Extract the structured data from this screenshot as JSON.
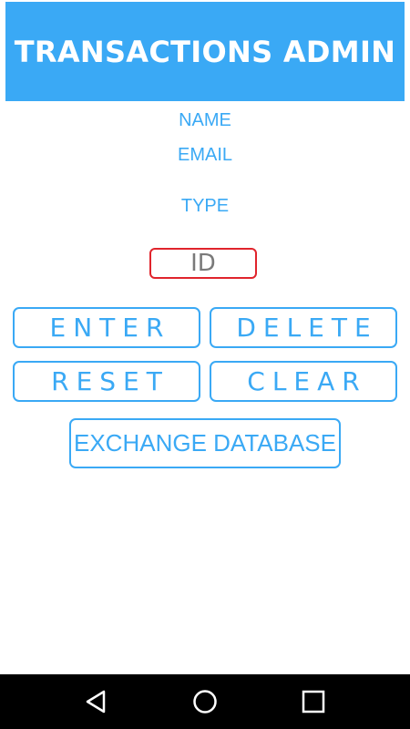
{
  "header": {
    "title": "TRANSACTIONS ADMIN"
  },
  "form": {
    "name_label": "NAME",
    "email_label": "EMAIL",
    "type_label": "TYPE",
    "id_placeholder": "ID"
  },
  "buttons": {
    "enter": "ENTER",
    "delete": "DELETE",
    "reset": "RESET",
    "clear": "CLEAR",
    "exchange": "EXCHANGE DATABASE"
  },
  "colors": {
    "accent": "#3aa9f5",
    "error_border": "#e0242c",
    "navbar": "#000000"
  },
  "navbar": {
    "icons": [
      "back-icon",
      "home-icon",
      "recents-icon"
    ]
  }
}
